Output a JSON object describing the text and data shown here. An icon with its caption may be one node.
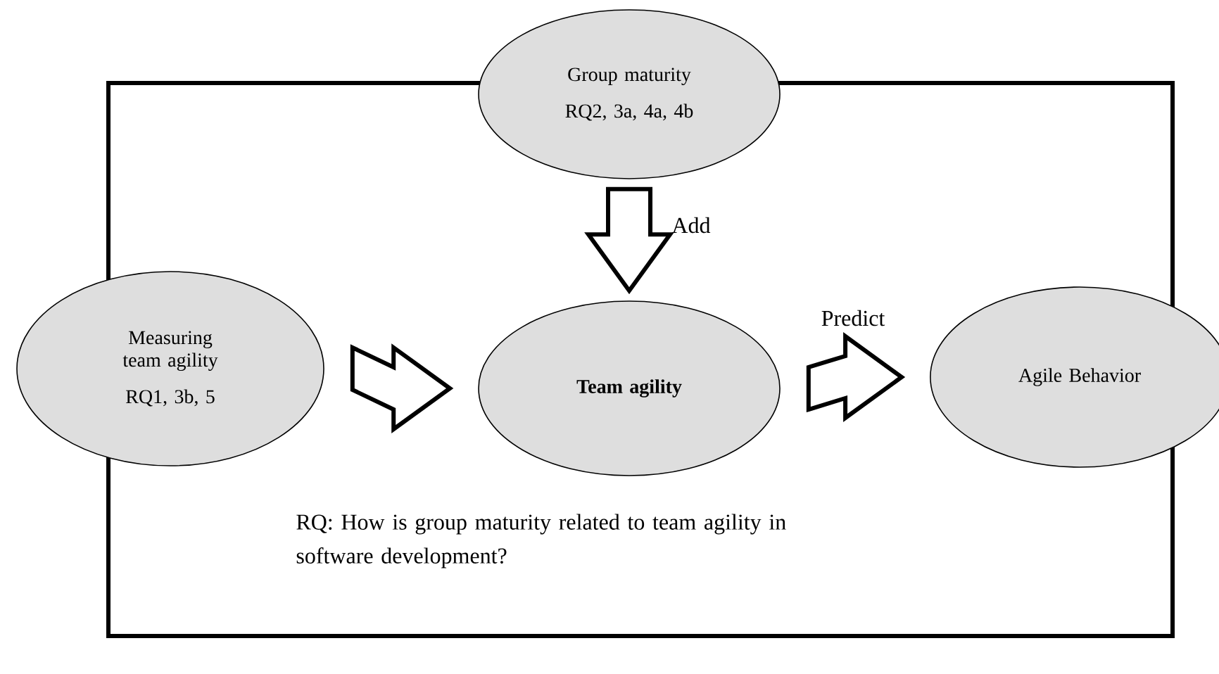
{
  "diagram": {
    "nodes": [
      {
        "text": [
          "Group maturity",
          "RQ2, 3a, 4a, 4b"
        ]
      },
      {
        "text": [
          "Measuring team agility",
          "RQ1, 3b, 5"
        ]
      },
      {
        "text": [
          "Team agility"
        ]
      },
      {
        "text": [
          "Agile Behavior"
        ]
      }
    ],
    "edges": [
      {
        "from": 0,
        "to": 2,
        "arrow": "to",
        "label": "Add"
      },
      {
        "from": 1,
        "to": 2,
        "arrow": "to"
      },
      {
        "from": 2,
        "to": 3,
        "arrow": "to",
        "label": "Predict"
      }
    ],
    "labels": [
      "RQ: How is group maturity related to team agility in software development?"
    ]
  }
}
